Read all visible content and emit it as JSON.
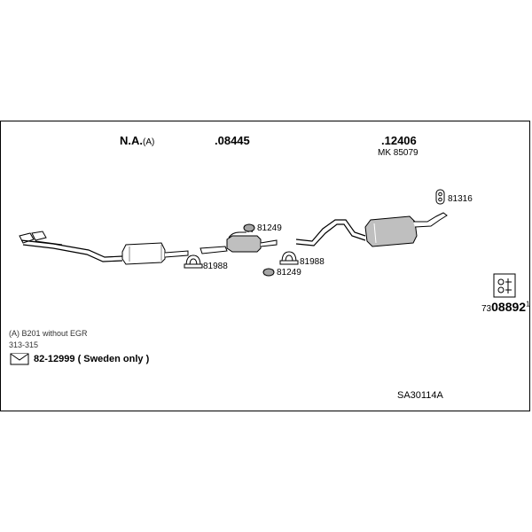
{
  "header_parts": [
    {
      "code": "N.A.",
      "suffix": "(A)"
    },
    {
      "code": ".08445"
    },
    {
      "code": ".12406",
      "sub": "MK  85079"
    }
  ],
  "labels": {
    "clamp_81249_top": "81249",
    "clamp_81249_bottom": "81249",
    "ring_81988_left": "81988",
    "ring_81988_right": "81988",
    "hanger_81316": "81316"
  },
  "catalog": {
    "prefix": "73",
    "number": "08892",
    "superscript": "1"
  },
  "notes": {
    "variant": "(A) B201 without EGR",
    "range": "313-315"
  },
  "mounting_kit": {
    "code": "82-12999",
    "text": "( Sweden only )"
  },
  "diagram_id": "SA30114A",
  "colors": {
    "line": "#000000",
    "fill": "#ffffff",
    "shade": "#bfbfbf"
  }
}
